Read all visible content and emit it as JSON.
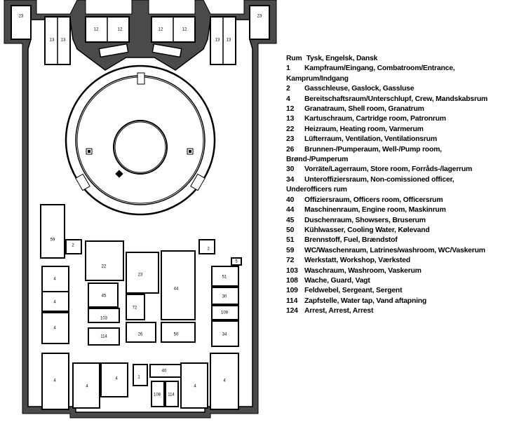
{
  "legend": {
    "header": {
      "code": "Rum",
      "text": "Tysk, Engelsk, Dansk"
    },
    "entries": [
      {
        "code": "1",
        "text": "Kampfraum/Eingang, Combatroom/Entrance,",
        "cont": "Kamprum/Indgang"
      },
      {
        "code": "2",
        "text": "Gasschleuse, Gaslock, Gassluse"
      },
      {
        "code": "4",
        "text": "Bereitschaftsraum/Unterschlupf, Crew, Mandskabsrum"
      },
      {
        "code": "12",
        "text": "Granatraum, Shell room, Granatrum"
      },
      {
        "code": "13",
        "text": "Kartuschraum, Cartridge room, Patronrum"
      },
      {
        "code": "22",
        "text": "Heizraum, Heating room, Varmerum"
      },
      {
        "code": "23",
        "text": "Lüfterraum, Ventilation, Ventilationsrum"
      },
      {
        "code": "26",
        "text": "Brunnen-/Pumperaum, Well-/Pump room,",
        "cont": "Brønd-/Pumperum"
      },
      {
        "code": "30",
        "text": "Vorräte/Lagerraum, Store room, Forråds-/lagerrum"
      },
      {
        "code": "34",
        "text": "Unteroffiziersraum, Non-comissioned officer,",
        "cont": "Underofficers rum"
      },
      {
        "code": "40",
        "text": "Offiziersraum, Officers room, Officersrum"
      },
      {
        "code": "44",
        "text": "Maschinenraum, Engine room, Maskinrum"
      },
      {
        "code": "45",
        "text": "Duschenraum, Showsers, Bruserum"
      },
      {
        "code": "50",
        "text": "Kühlwasser, Cooling Water, Kølevand"
      },
      {
        "code": "51",
        "text": "Brennstoff, Fuel, Brændstof"
      },
      {
        "code": "59",
        "text": "WC/Waschenraum, Latrines/washroom, WC/Vaskerum"
      },
      {
        "code": "72",
        "text": "Werkstatt, Workshop, Værksted"
      },
      {
        "code": "103",
        "text": "Waschraum, Washroom, Vaskerum"
      },
      {
        "code": "108",
        "text": "Wache, Guard, Vagt"
      },
      {
        "code": "109",
        "text": "Feldwebel, Sergeant, Sergent"
      },
      {
        "code": "114",
        "text": "Zapfstelle, Water tap, Vand aftapning"
      },
      {
        "code": "124",
        "text": "Arrest, Arrest, Arrest"
      }
    ]
  },
  "plan": {
    "labels": {
      "r23a": "23",
      "r23b": "23",
      "r13a": "13",
      "r13b": "13",
      "r13c": "13",
      "r13d": "13",
      "r12a": "12",
      "r12b": "12",
      "r12c": "12",
      "r12d": "12",
      "r59": "59",
      "r2a": "2",
      "r2b": "2",
      "r22": "22",
      "r23c": "23",
      "r44": "44",
      "r45": "45",
      "r72": "72",
      "r103": "103",
      "r114": "114",
      "r26": "26",
      "r50": "50",
      "r51": "51",
      "r30": "30",
      "r109": "109",
      "r34": "34",
      "r4a": "4",
      "r4b": "4",
      "r4c": "4",
      "r4d": "4",
      "r4e": "4",
      "r4f": "4",
      "r4g": "4",
      "r4h": "4",
      "r40": "40",
      "r1": "1",
      "r108": "108",
      "r114b": "114",
      "r5": "5"
    }
  }
}
